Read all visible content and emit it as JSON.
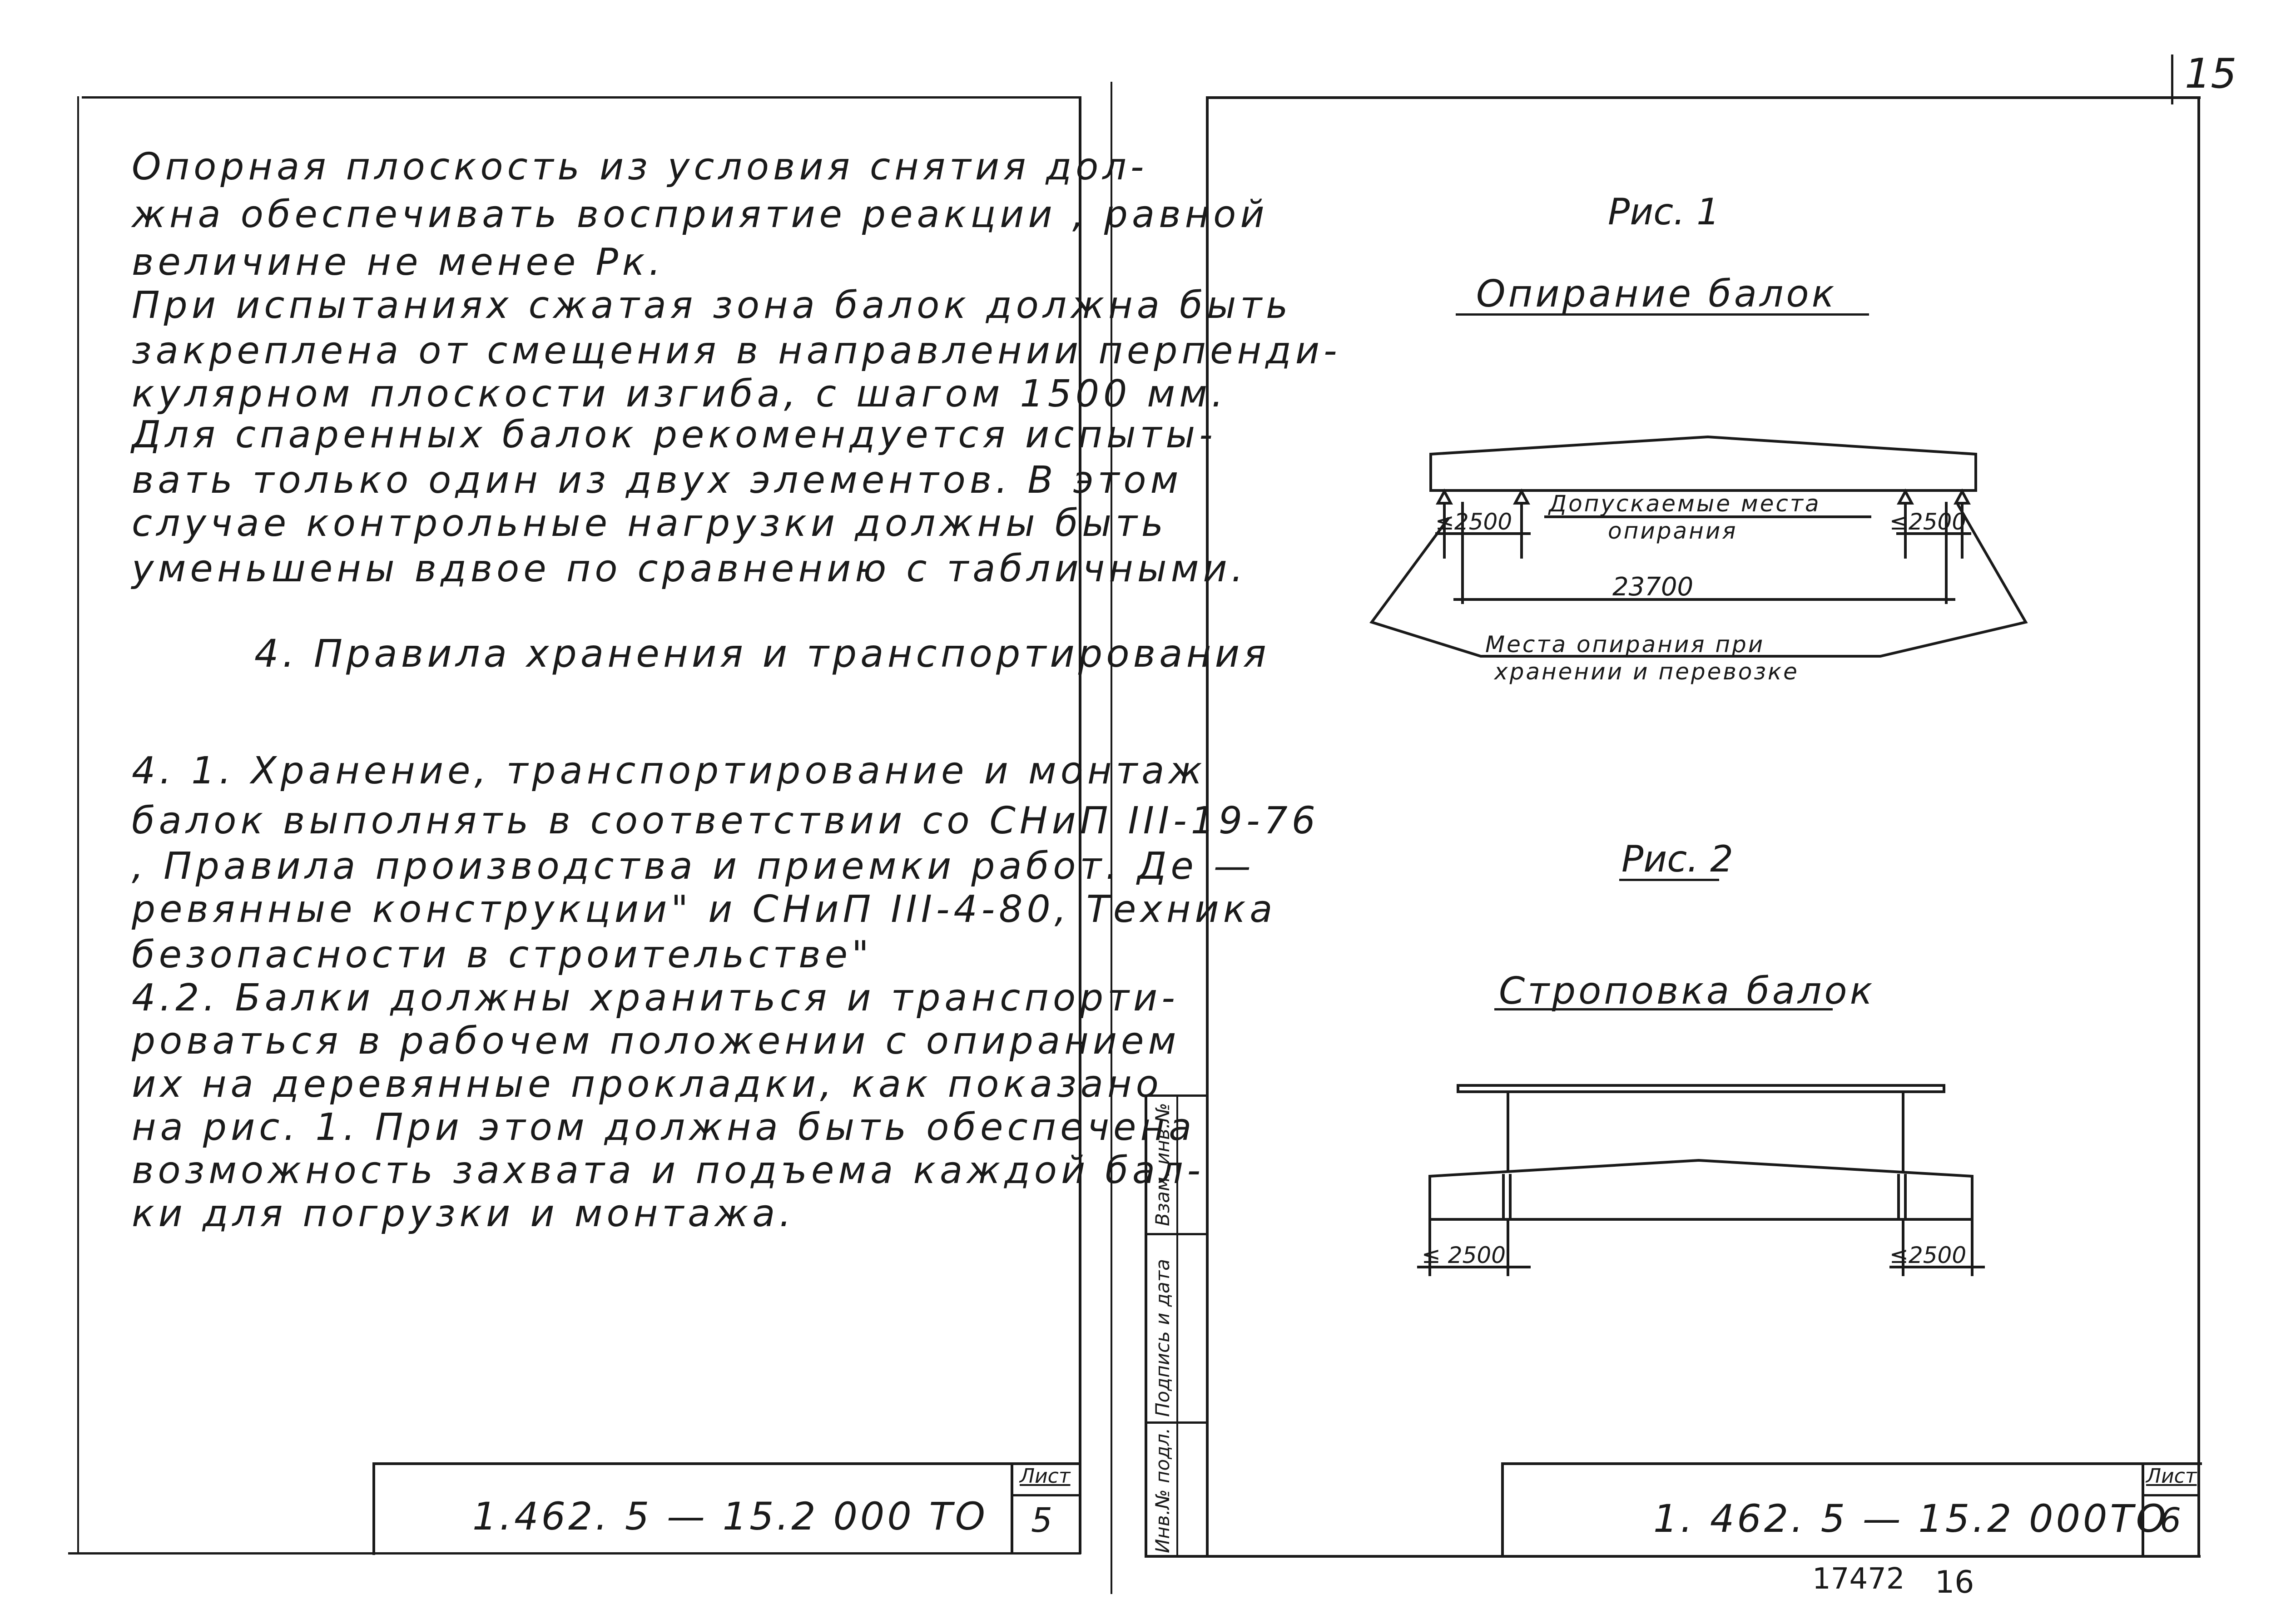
{
  "page_number": "15",
  "left_sheet": {
    "paragraphs": [
      "Опорная   плоскость   из условия  снятия  дол-",
      "жна  обеспечивать  восприятие   реакции , равной",
      "величине    не   менее  Рк.",
      "При   испытаниях  сжатая зона  балок должна быть",
      "закреплена  от  смещения  в  направлении  перпенди-",
      "кулярном  плоскости  изгиба,  с  шагом  1500 мм.",
      "   Для  спаренных   балок  рекомендуется  испыты-",
      "вать  только  один  из  двух  элементов.   В  этом",
      "случае  контрольные  нагрузки  должны   быть",
      "уменьшены    вдвое   по  сравнению  с  табличными."
    ],
    "section_title": "4. Правила  хранения  и  транспортирования",
    "clauses": [
      "  4. 1.  Хранение,  транспортирование  и  монтаж",
      "балок  выполнять  в  соответствии  со СНиП III-19-76",
      ", Правила  производства  и  приемки  работ. Де —",
      "ревянные  конструкции\"  и   СНиП III-4-80, Техника",
      "безопасности  в  строительстве\"",
      "  4.2.  Балки   должны  храниться  и  транспорти-",
      "роваться  в  рабочем  положении  с   опиранием",
      "их  на  деревянные   прокладки,  как  показано",
      "на  рис. 1.  При  этом    должна    быть  обеспечена",
      "возможность    захвата   и  подъема  каждой  бал-",
      "ки    для     погрузки   и  монтажа."
    ],
    "stamp": {
      "code": "1.462. 5 — 15.2   000 ТО",
      "sheet_label": "Лист",
      "sheet_number": "5"
    }
  },
  "right_sheet": {
    "fig1": {
      "label": "Рис. 1",
      "title": "Опирание    балок",
      "dim_left": "≤2500",
      "dim_right": "≤2500",
      "allowed_note_1": "Допускаемые   места",
      "allowed_note_2": "опирания",
      "span": "23700",
      "storage_note_1": "Места  опирания   при",
      "storage_note_2": "хранении  и  перевозке"
    },
    "fig2": {
      "label": "Рис. 2",
      "title": "Строповка   балок",
      "dim_left": "≤ 2500",
      "dim_right": "≤2500"
    },
    "side_table": [
      "Инв.№ подл.",
      "Подпись и дата",
      "Взам. инв.№"
    ],
    "stamp": {
      "code": "1. 462. 5 — 15.2   000ТО",
      "sheet_label": "Лист",
      "sheet_number": "6"
    }
  },
  "footer": {
    "archive_number": "17472",
    "page": "16"
  }
}
